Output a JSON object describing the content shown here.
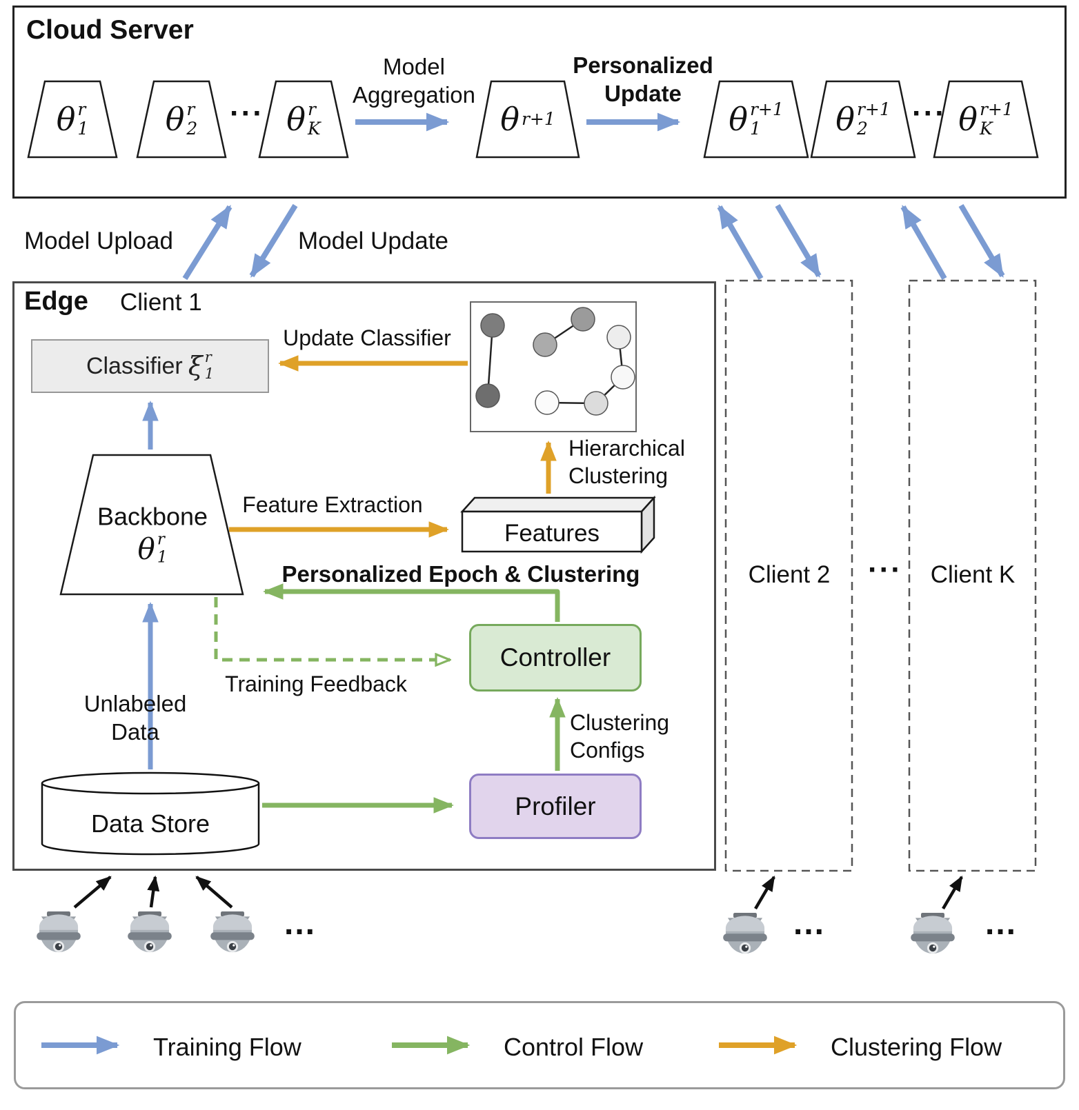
{
  "colors": {
    "training_flow_blue": "#7B9BD2",
    "control_flow_green": "#85B561",
    "clustering_flow_orange": "#DFA128",
    "controller_fill": "#D9EAD3",
    "controller_border": "#76A95C",
    "profiler_fill": "#E1D4EC",
    "profiler_border": "#8E7CC3",
    "classifier_fill": "#ECECEC"
  },
  "cloud": {
    "title": "Cloud Server",
    "models_in": [
      {
        "base": "θ",
        "sup": "r",
        "sub": "1"
      },
      {
        "base": "θ",
        "sup": "r",
        "sub": "2"
      },
      {
        "base": "θ",
        "sup": "r",
        "sub": "K"
      }
    ],
    "dots": "···",
    "aggregation": {
      "line1": "Model",
      "line2": "Aggregation"
    },
    "aggregated": {
      "base": "θ",
      "sup": "r+1",
      "sub": ""
    },
    "personalized": {
      "line1": "Personalized",
      "line2": "Update"
    },
    "models_out": [
      {
        "base": "θ",
        "sup": "r+1",
        "sub": "1"
      },
      {
        "base": "θ",
        "sup": "r+1",
        "sub": "2"
      },
      {
        "base": "θ",
        "sup": "r+1",
        "sub": "K"
      }
    ],
    "dots_out": "···"
  },
  "transfer": {
    "upload": "Model Upload",
    "update": "Model Update"
  },
  "edge": {
    "region_label": "Edge",
    "client_label": "Client 1",
    "classifier": {
      "name": "Classifier",
      "symbol": "ξ",
      "sup": "r",
      "sub": "1"
    },
    "update_classifier": "Update Classifier",
    "backbone": {
      "name": "Backbone",
      "symbol": "θ",
      "sup": "r",
      "sub": "1"
    },
    "feature_extraction": "Feature Extraction",
    "features": "Features",
    "hierarchical": {
      "line1": "Hierarchical",
      "line2": "Clustering"
    },
    "personalized_epoch": "Personalized Epoch & Clustering",
    "training_feedback": "Training Feedback",
    "controller": "Controller",
    "clustering_configs": {
      "line1": "Clustering",
      "line2": "Configs"
    },
    "profiler": "Profiler",
    "data_store": "Data Store",
    "unlabeled": {
      "line1": "Unlabeled",
      "line2": "Data"
    }
  },
  "clients": {
    "client2": "Client 2",
    "dots": "···",
    "clientK": "Client K"
  },
  "cameras": {
    "dots_left": "...",
    "dots_mid": "...",
    "dots_right": "..."
  },
  "legend": {
    "training": "Training Flow",
    "control": "Control Flow",
    "clustering": "Clustering Flow"
  }
}
